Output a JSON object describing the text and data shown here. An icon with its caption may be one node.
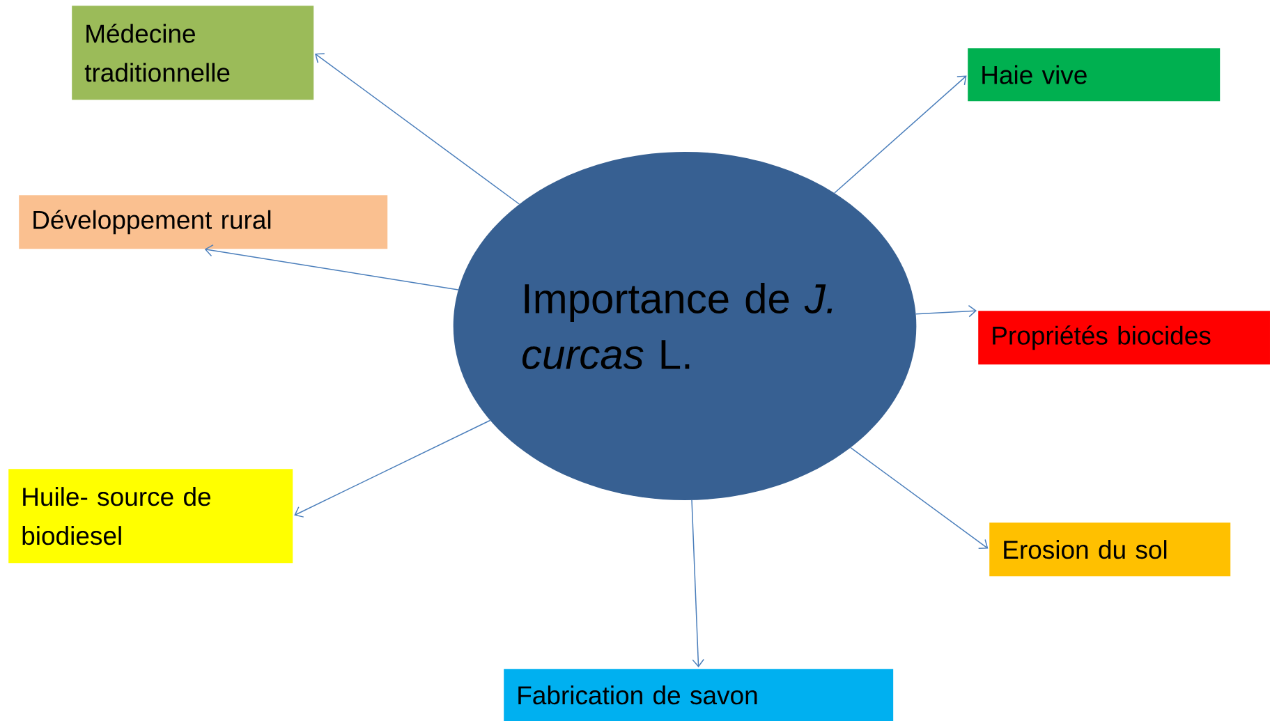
{
  "diagram": {
    "nodes": [
      {
        "text": [
          "Médecine traditionnelle"
        ]
      },
      {
        "text": [
          "Haie vive"
        ]
      },
      {
        "text": [
          "Développement rural"
        ]
      },
      {
        "text": [
          "Importance de *J. curcas* L."
        ]
      },
      {
        "text": [
          "Propriétés biocides"
        ]
      },
      {
        "text": [
          "Huile- source de biodiesel"
        ]
      },
      {
        "text": [
          "Erosion du sol"
        ]
      },
      {
        "text": [
          "Fabrication de savon"
        ]
      }
    ],
    "edges": [
      {
        "from": 3,
        "to": 0,
        "arrow": "to"
      },
      {
        "from": 3,
        "to": 1,
        "arrow": "to"
      },
      {
        "from": 3,
        "to": 2,
        "arrow": "to"
      },
      {
        "from": 3,
        "to": 4,
        "arrow": "to"
      },
      {
        "from": 3,
        "to": 5,
        "arrow": "to"
      },
      {
        "from": 3,
        "to": 6,
        "arrow": "to"
      },
      {
        "from": 3,
        "to": 7,
        "arrow": "to"
      }
    ]
  }
}
